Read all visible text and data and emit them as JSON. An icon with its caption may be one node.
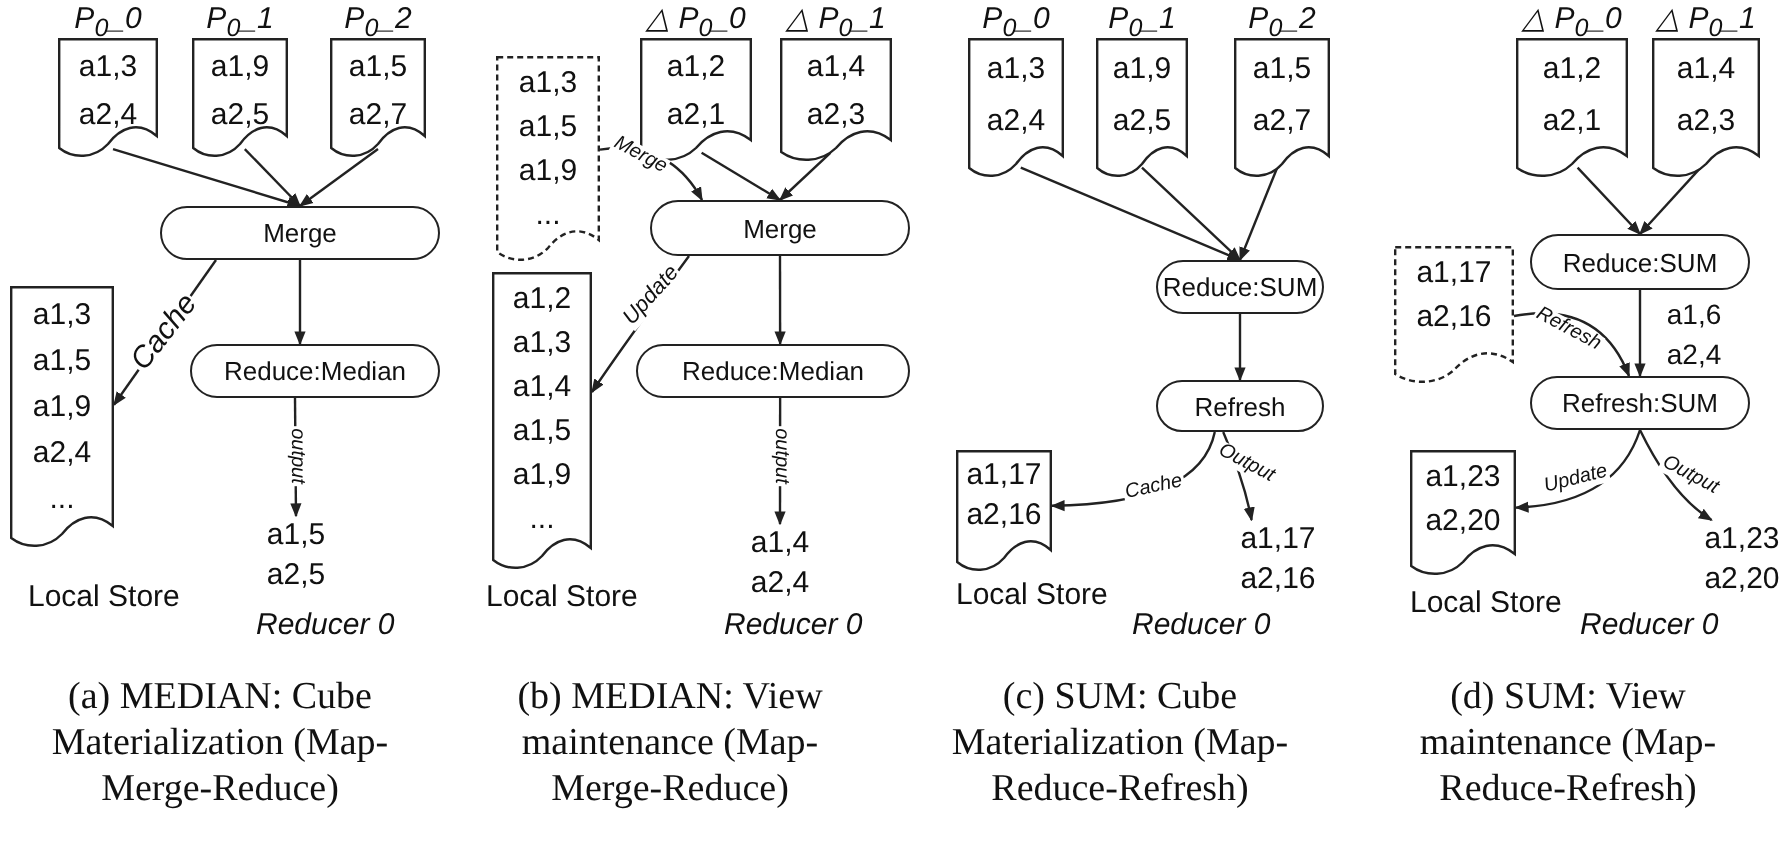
{
  "diagram": {
    "nodes": [
      {
        "text": [
          "P$_{0}$_0",
          "a1,3",
          "a2,4"
        ]
      },
      {
        "text": [
          "P$_{0}$_1",
          "a1,9",
          "a2,5"
        ]
      },
      {
        "text": [
          "P$_{0}$_2",
          "a1,5",
          "a2,7"
        ]
      },
      {
        "text": [
          "Merge"
        ]
      },
      {
        "text": [
          "Reduce:Median"
        ]
      },
      {
        "text": [
          "a1,3",
          "a1,5",
          "a1,9",
          "a2,4",
          "..."
        ],
        "beside": [
          "Local Store"
        ]
      },
      {
        "text": [
          "a1,5",
          "a2,5"
        ]
      },
      {
        "text": [
          "a1,3",
          "a1,5",
          "a1,9",
          "..."
        ]
      },
      {
        "text": [
          "△ P$_{0}$_0",
          "a1,2",
          "a2,1"
        ]
      },
      {
        "text": [
          "△ P$_{0}$_1",
          "a1,4",
          "a2,3"
        ]
      },
      {
        "text": [
          "Merge"
        ]
      },
      {
        "text": [
          "Reduce:Median"
        ]
      },
      {
        "text": [
          "a1,2",
          "a1,3",
          "a1,4",
          "a1,5",
          "a1,9",
          "..."
        ],
        "beside": [
          "Local Store"
        ]
      },
      {
        "text": [
          "a1,4",
          "a2,4"
        ]
      },
      {
        "text": [
          "P$_{0}$_0",
          "a1,3",
          "a2,4"
        ]
      },
      {
        "text": [
          "P$_{0}$_1",
          "a1,9",
          "a2,5"
        ]
      },
      {
        "text": [
          "P$_{0}$_2",
          "a1,5",
          "a2,7"
        ]
      },
      {
        "text": [
          "Reduce:SUM"
        ]
      },
      {
        "text": [
          "Refresh"
        ]
      },
      {
        "text": [
          "a1,17",
          "a2,16"
        ],
        "beside": [
          "Local Store"
        ]
      },
      {
        "text": [
          "a1,17",
          "a2,16"
        ]
      },
      {
        "text": [
          "△ P$_{0}$_0",
          "a1,2",
          "a2,1"
        ]
      },
      {
        "text": [
          "△ P$_{0}$_1",
          "a1,4",
          "a2,3"
        ]
      },
      {
        "text": [
          "Reduce:SUM"
        ]
      },
      {
        "text": [
          "a1,17",
          "a2,16"
        ]
      },
      {
        "text": [
          "Refresh:SUM"
        ]
      },
      {
        "text": [
          "a1,23",
          "a2,20"
        ],
        "beside": [
          "Local Store"
        ]
      },
      {
        "text": [
          "a1,23",
          "a2,20"
        ]
      }
    ],
    "edges": [
      {
        "from": 0,
        "to": 3,
        "arrow": "to"
      },
      {
        "from": 1,
        "to": 3,
        "arrow": "to"
      },
      {
        "from": 2,
        "to": 3,
        "arrow": "to"
      },
      {
        "from": 3,
        "to": 4,
        "arrow": "to"
      },
      {
        "from": 3,
        "to": 5,
        "arrow": "to",
        "label": "Cache"
      },
      {
        "from": 4,
        "to": 6,
        "arrow": "to",
        "label": "output"
      },
      {
        "from": 7,
        "to": 10,
        "arrow": "to",
        "label": "Merge"
      },
      {
        "from": 8,
        "to": 10,
        "arrow": "to"
      },
      {
        "from": 9,
        "to": 10,
        "arrow": "to"
      },
      {
        "from": 10,
        "to": 11,
        "arrow": "to"
      },
      {
        "from": 10,
        "to": 12,
        "arrow": "to",
        "label": "Update"
      },
      {
        "from": 11,
        "to": 13,
        "arrow": "to",
        "label": "output"
      },
      {
        "from": 14,
        "to": 17,
        "arrow": "to"
      },
      {
        "from": 15,
        "to": 17,
        "arrow": "to"
      },
      {
        "from": 16,
        "to": 17,
        "arrow": "to"
      },
      {
        "from": 17,
        "to": 18,
        "arrow": "to"
      },
      {
        "from": 18,
        "to": 19,
        "arrow": "to",
        "label": "Cache"
      },
      {
        "from": 18,
        "to": 20,
        "arrow": "to",
        "label": "Output"
      },
      {
        "from": 21,
        "to": 23,
        "arrow": "to"
      },
      {
        "from": 22,
        "to": 23,
        "arrow": "to"
      },
      {
        "from": 23,
        "to": 25,
        "arrow": "to",
        "label": "a1,6 a2,4"
      },
      {
        "from": 24,
        "to": 25,
        "arrow": "to",
        "label": "Refresh"
      },
      {
        "from": 25,
        "to": 26,
        "arrow": "to",
        "label": "Update"
      },
      {
        "from": 25,
        "to": 27,
        "arrow": "to",
        "label": "Output"
      }
    ],
    "labels": [
      "Reducer 0",
      "Reducer 0",
      "Reducer 0",
      "Reducer 0",
      "(a) MEDIAN: Cube Materialization (Map-Merge-Reduce)",
      "(b) MEDIAN: View maintenance (Map-Merge-Reduce)",
      "(c) SUM: Cube Materialization (Map-Reduce-Refresh)",
      "(d) SUM: View maintenance (Map-Reduce-Refresh)"
    ]
  }
}
